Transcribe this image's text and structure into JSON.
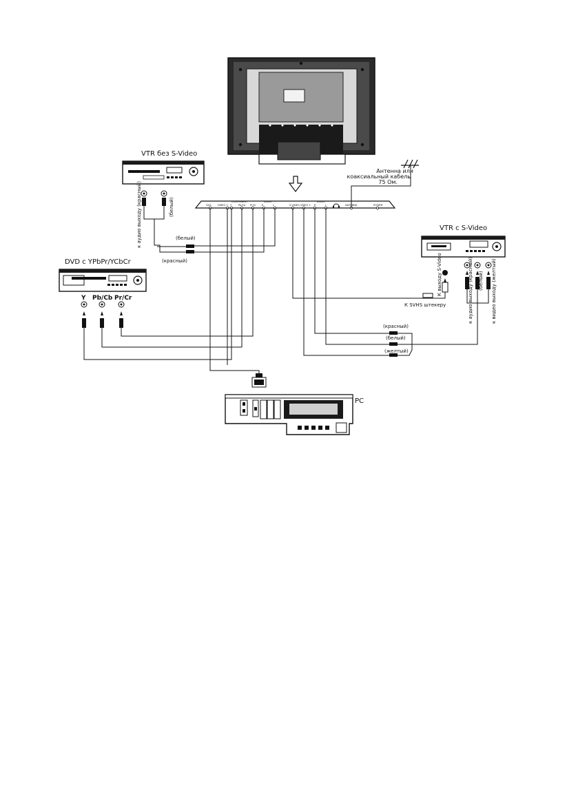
{
  "labels": {
    "vtr_no_svideo": "VTR без S-Video",
    "vtr_no_svideo_red": "к аудио выходу (красный)",
    "vtr_no_svideo_white": "(белый)",
    "antenna_line1": "Антенна или",
    "antenna_line2": "коаксиальный кабель",
    "antenna_line3": "75 Ом.",
    "white_mid": "(белый)",
    "red_mid": "(красный)",
    "dvd": "DVD с YPbPr/YCbCr",
    "dvd_y": "Y",
    "dvd_pb": "Pb/Cb",
    "dvd_pr": "Pr/Cr",
    "vtr_svideo": "VTR с S-Video",
    "svideo_out": "К выходу S-Video",
    "audio_out_red": "к аудио выходу (красный)",
    "white_right": "(белый)",
    "video_out_yellow": "к видео выходу (желтый)",
    "svhs_plug": "К SVHS штекеру",
    "red_right": "(красный)",
    "white_right2": "(белый)",
    "yellow_right": "(желтый)",
    "pc": "PC"
  },
  "panel_labels": {
    "vga": "VGA",
    "video2": "VIDEO 2",
    "component": "COMPONENT",
    "y": "Y",
    "pbcb": "Pb/Cb",
    "prcr": "Pr/Cr",
    "audio1": "AUDIO",
    "r1": "R",
    "l1": "L",
    "svideo": "S-VIDEO",
    "video1": "VIDEO 1",
    "audio2": "AUDIO",
    "r2": "R",
    "l2": "L",
    "antenna": "ANTENNA",
    "power": "POWER"
  }
}
